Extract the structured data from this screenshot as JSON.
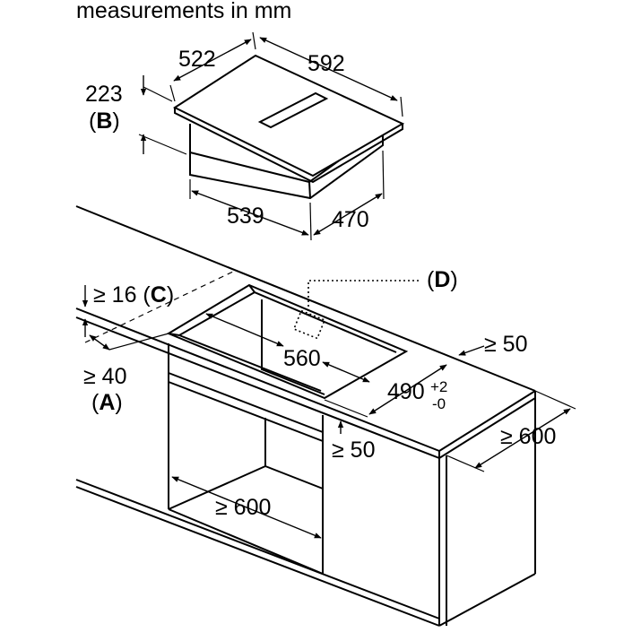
{
  "header": {
    "title": "measurements in mm"
  },
  "appliance": {
    "depth_label": "522",
    "width_label": "592",
    "height_label": "223",
    "height_ref": "B",
    "body_width_label": "539",
    "body_depth_label": "470"
  },
  "worktop": {
    "thickness_label": "≥ 16",
    "thickness_ref": "C",
    "front_gap_label": "≥ 40",
    "front_gap_ref": "A",
    "cutout_width_label": "560",
    "cutout_depth_label": "490",
    "cutout_tol_plus": "+2",
    "cutout_tol_minus": "-0",
    "rear_gap_label": "≥ 50",
    "side_gap_label": "≥ 50",
    "depth_min_label": "≥ 600",
    "detail_ref": "D"
  },
  "cabinet": {
    "width_min_label": "≥ 600"
  }
}
